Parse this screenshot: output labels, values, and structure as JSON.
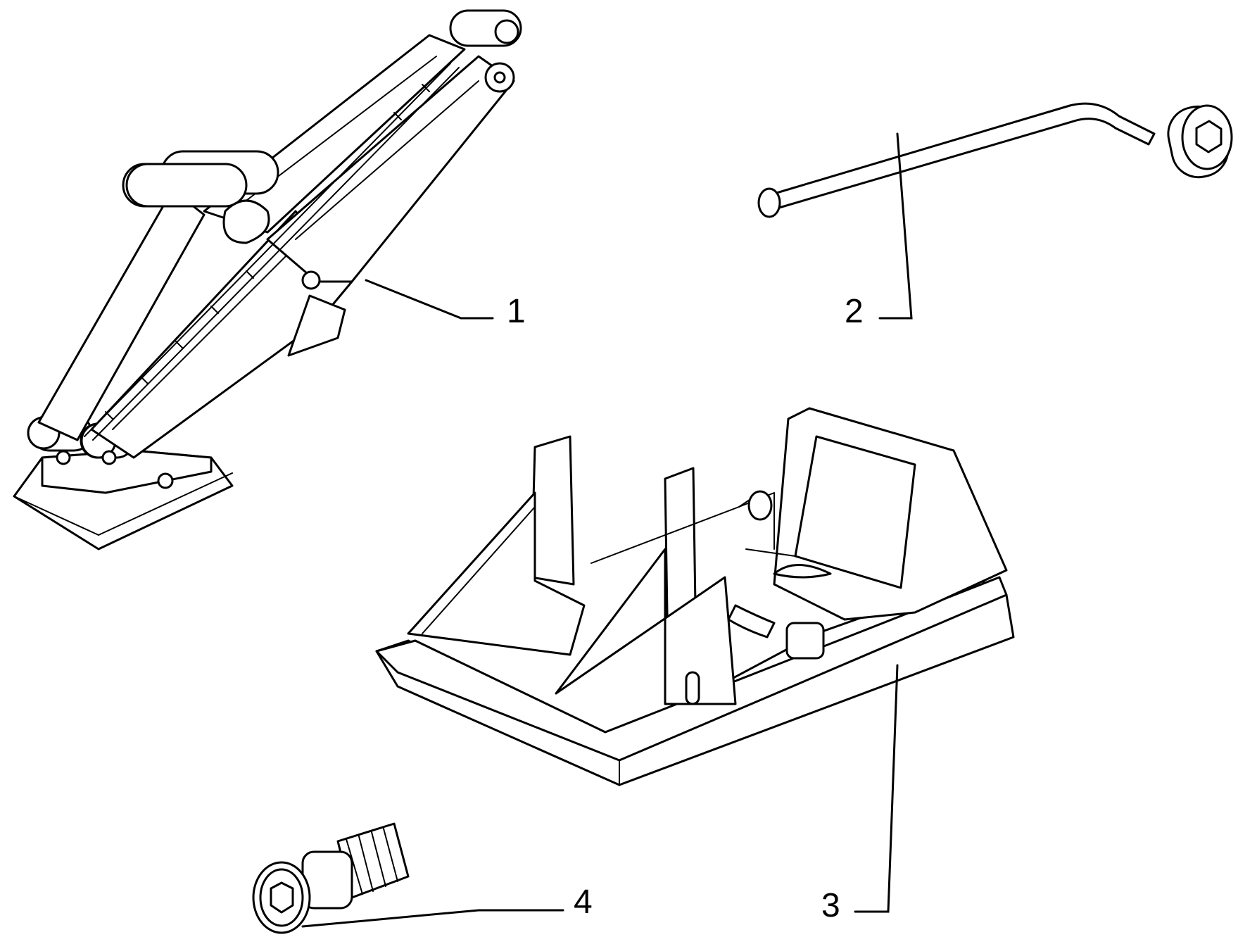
{
  "diagram": {
    "callouts": [
      {
        "id": "1",
        "label": "1",
        "part": "scissor-jack"
      },
      {
        "id": "2",
        "label": "2",
        "part": "wheel-brace"
      },
      {
        "id": "3",
        "label": "3",
        "part": "tool-tray"
      },
      {
        "id": "4",
        "label": "4",
        "part": "socket-adapter"
      }
    ],
    "colors": {
      "line": "#000000",
      "background": "#ffffff"
    }
  }
}
